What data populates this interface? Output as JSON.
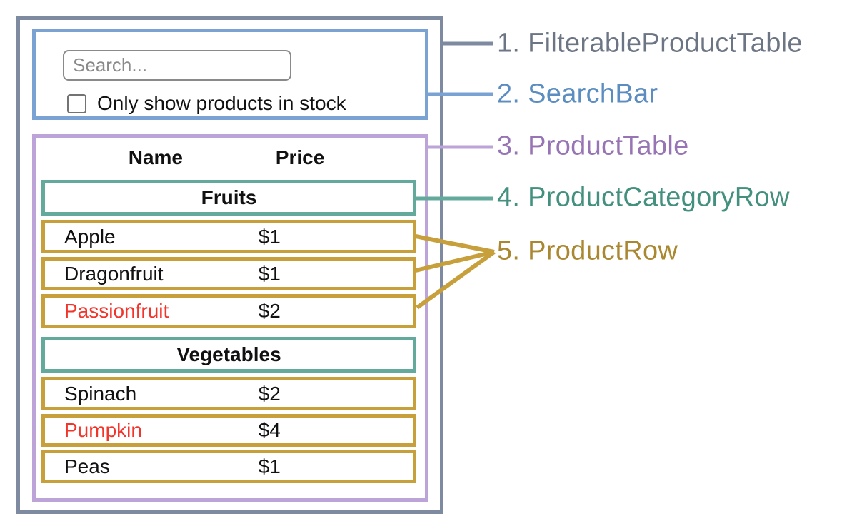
{
  "component_labels": [
    {
      "label": "1. FilterableProductTable",
      "color": "#6b7584"
    },
    {
      "label": "2. SearchBar",
      "color": "#5b8dc1"
    },
    {
      "label": "3. ProductTable",
      "color": "#9774b3"
    },
    {
      "label": "4. ProductCategoryRow",
      "color": "#43907e"
    },
    {
      "label": "5. ProductRow",
      "color": "#aa8831"
    }
  ],
  "search_bar": {
    "input_placeholder": "Search...",
    "checkbox_label": "Only show products in stock",
    "checkbox_checked": false
  },
  "product_table": {
    "headers": {
      "name": "Name",
      "price": "Price"
    },
    "sections": [
      {
        "category": "Fruits",
        "rows": [
          {
            "name": "Apple",
            "price": "$1",
            "name_color": "#111111"
          },
          {
            "name": "Dragonfruit",
            "price": "$1",
            "name_color": "#111111"
          },
          {
            "name": "Passionfruit",
            "price": "$2",
            "name_color": "#f2342a"
          }
        ]
      },
      {
        "category": "Vegetables",
        "rows": [
          {
            "name": "Spinach",
            "price": "$2",
            "name_color": "#111111"
          },
          {
            "name": "Pumpkin",
            "price": "$4",
            "name_color": "#f2342a"
          },
          {
            "name": "Peas",
            "price": "$1",
            "name_color": "#111111"
          }
        ]
      }
    ]
  },
  "colors": {
    "outer_border": "#7d8aa0",
    "searchbar_border": "#7aa3d4",
    "table_border": "#bca3d8",
    "category_border": "#64aa9c",
    "row_border": "#c7a03c",
    "connector_gray": "#7d8aa0",
    "connector_blue": "#7aa3d4",
    "connector_purple": "#bca3d8",
    "connector_teal": "#64aa9c",
    "connector_gold": "#c7a03c"
  }
}
